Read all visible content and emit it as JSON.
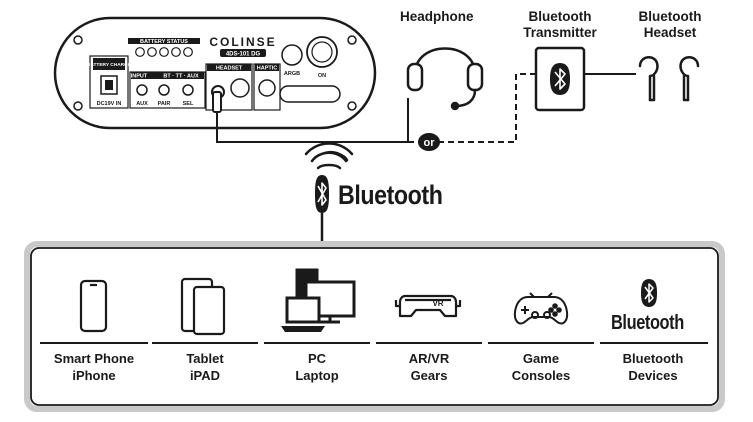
{
  "device": {
    "brand": "COLINSE",
    "model": "4DS-101 DG",
    "battery_status_label": "BATTERY STATUS",
    "battery_charge_label": "BATTERY CHARGE",
    "input_label": "INPUT",
    "bt_tt_aux_label": "BT · TT · AUX",
    "headset_label": "HEADSET",
    "haptic_label": "HAPTIC",
    "argb_label": "ARGB",
    "on_label": "ON",
    "dc_label": "DC19V IN",
    "aux_label": "AUX",
    "pair_label": "PAIR",
    "sel_label": "SEL"
  },
  "connections": {
    "headphone": "Headphone",
    "bt_transmitter_line1": "Bluetooth",
    "bt_transmitter_line2": "Transmitter",
    "bt_headset_line1": "Bluetooth",
    "bt_headset_line2": "Headset",
    "or_label": "or"
  },
  "bluetooth_label": "Bluetooth",
  "devices": [
    {
      "icon": "smartphone-icon",
      "line1": "Smart Phone",
      "line2": "iPhone"
    },
    {
      "icon": "tablet-icon",
      "line1": "Tablet",
      "line2": "iPAD"
    },
    {
      "icon": "pc-laptop-icon",
      "line1": "PC",
      "line2": "Laptop"
    },
    {
      "icon": "vr-headset-icon",
      "line1": "AR/VR",
      "line2": "Gears",
      "badge": "VR"
    },
    {
      "icon": "gamepad-icon",
      "line1": "Game",
      "line2": "Consoles"
    },
    {
      "icon": "bluetooth-logo-icon",
      "line1": "Bluetooth",
      "line2": "Devices",
      "logo_word": "Bluetooth"
    }
  ],
  "colors": {
    "ink": "#1a1a1a",
    "frame": "#c9c9c9"
  }
}
